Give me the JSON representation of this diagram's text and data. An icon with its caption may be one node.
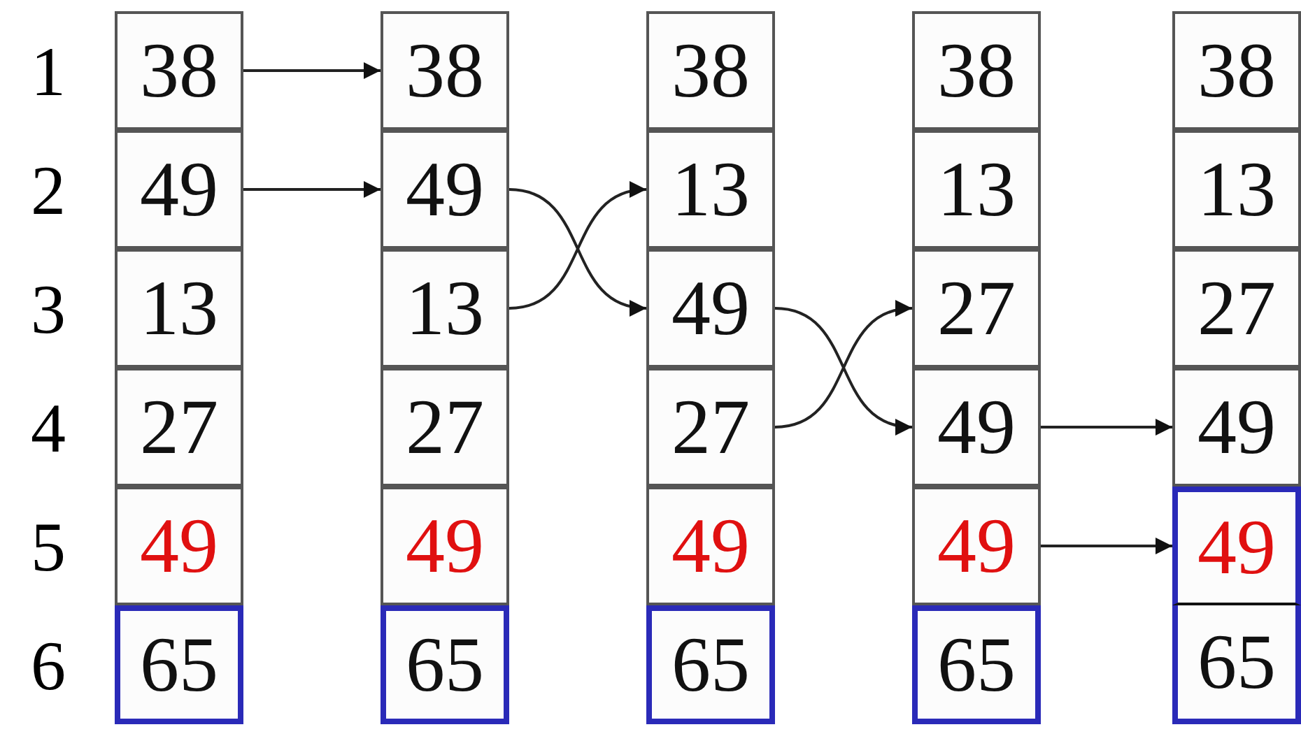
{
  "diagram": {
    "nodes": [
      {
        "text": [
          "38"
        ]
      },
      {
        "text": [
          "49"
        ]
      },
      {
        "text": [
          "13"
        ]
      },
      {
        "text": [
          "27"
        ]
      },
      {
        "text": [
          "49"
        ]
      },
      {
        "text": [
          "65"
        ]
      },
      {
        "text": [
          "38"
        ]
      },
      {
        "text": [
          "49"
        ]
      },
      {
        "text": [
          "13"
        ]
      },
      {
        "text": [
          "27"
        ]
      },
      {
        "text": [
          "49"
        ]
      },
      {
        "text": [
          "65"
        ]
      },
      {
        "text": [
          "38"
        ]
      },
      {
        "text": [
          "13"
        ]
      },
      {
        "text": [
          "49"
        ]
      },
      {
        "text": [
          "27"
        ]
      },
      {
        "text": [
          "49"
        ]
      },
      {
        "text": [
          "65"
        ]
      },
      {
        "text": [
          "38"
        ]
      },
      {
        "text": [
          "13"
        ]
      },
      {
        "text": [
          "27"
        ]
      },
      {
        "text": [
          "49"
        ]
      },
      {
        "text": [
          "49"
        ]
      },
      {
        "text": [
          "65"
        ]
      },
      {
        "text": [
          "38"
        ]
      },
      {
        "text": [
          "13"
        ]
      },
      {
        "text": [
          "27"
        ]
      },
      {
        "text": [
          "49"
        ]
      },
      {
        "text": [
          "49"
        ]
      },
      {
        "text": [
          "65"
        ]
      }
    ],
    "edges": [
      {
        "from": 0,
        "to": 6,
        "arrow": "to"
      },
      {
        "from": 1,
        "to": 7,
        "arrow": "to"
      },
      {
        "from": 7,
        "to": 14,
        "arrow": "to"
      },
      {
        "from": 8,
        "to": 13,
        "arrow": "to"
      },
      {
        "from": 14,
        "to": 21,
        "arrow": "to"
      },
      {
        "from": 15,
        "to": 20,
        "arrow": "to"
      },
      {
        "from": 21,
        "to": 27,
        "arrow": "to"
      },
      {
        "from": 22,
        "to": 28,
        "arrow": "to"
      }
    ],
    "labels": [
      "1",
      "2",
      "3",
      "4",
      "5",
      "6"
    ]
  }
}
